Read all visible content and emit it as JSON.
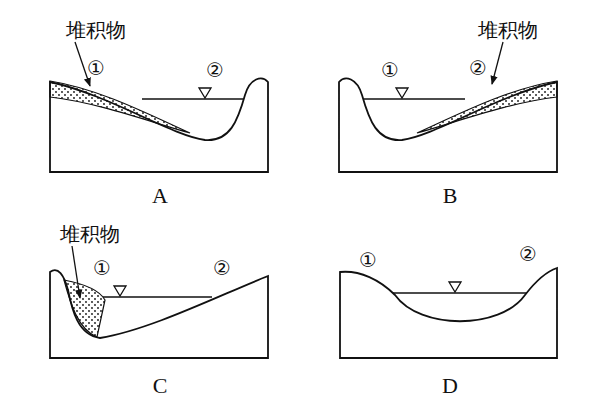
{
  "diagram": {
    "labels": [
      "堆积物",
      "①",
      "②",
      "A",
      "堆积物",
      "①",
      "②",
      "B",
      "堆积物",
      "①",
      "②",
      "C",
      "①",
      "②",
      "D"
    ]
  }
}
